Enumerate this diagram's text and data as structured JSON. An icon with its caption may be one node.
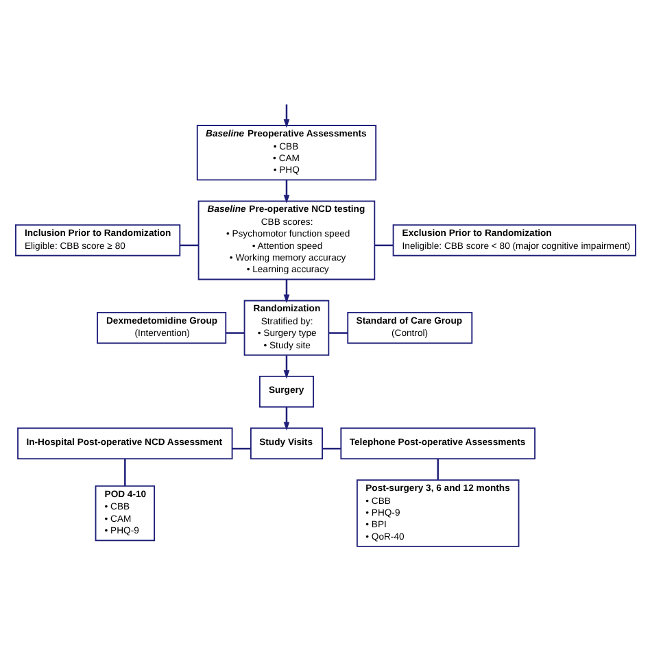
{
  "diagram": {
    "nodes": [
      {
        "text": [
          "*Baseline* Preoperative Assessments",
          "• CBB",
          "• CAM",
          "• PHQ"
        ]
      },
      {
        "text": [
          "Inclusion Prior to Randomization",
          "Eligible: CBB score ≥ 80"
        ]
      },
      {
        "text": [
          "*Baseline* Pre-operative NCD testing",
          "CBB scores:",
          "• Psychomotor function speed",
          "• Attention speed",
          "• Working memory accuracy",
          "• Learning accuracy"
        ]
      },
      {
        "text": [
          "Exclusion Prior to Randomization",
          "Ineligible: CBB score < 80 (major cognitive impairment)"
        ]
      },
      {
        "text": [
          "Dexmedetomidine Group",
          "(Intervention)"
        ]
      },
      {
        "text": [
          "Randomization",
          "Stratified by:",
          "• Surgery type",
          "• Study site"
        ]
      },
      {
        "text": [
          "Standard of Care Group",
          "(Control)"
        ]
      },
      {
        "text": [
          "Surgery"
        ]
      },
      {
        "text": [
          "In-Hospital Post-operative NCD Assessment"
        ]
      },
      {
        "text": [
          "Study Visits"
        ]
      },
      {
        "text": [
          "Telephone Post-operative Assessments"
        ]
      },
      {
        "text": [
          "POD 4-10",
          "• CBB",
          "• CAM",
          "• PHQ-9"
        ]
      },
      {
        "text": [
          "Post-surgery 3, 6 and 12 months",
          "• CBB",
          "• PHQ-9",
          "• BPI",
          "• QoR-40"
        ]
      }
    ],
    "edges": [
      {
        "from": null,
        "to": 0,
        "arrow": "to"
      },
      {
        "from": 0,
        "to": 2,
        "arrow": "to"
      },
      {
        "from": 2,
        "to": 1,
        "arrow": "none"
      },
      {
        "from": 2,
        "to": 3,
        "arrow": "none"
      },
      {
        "from": 2,
        "to": 5,
        "arrow": "to"
      },
      {
        "from": 5,
        "to": 4,
        "arrow": "none"
      },
      {
        "from": 5,
        "to": 6,
        "arrow": "none"
      },
      {
        "from": 5,
        "to": 7,
        "arrow": "to"
      },
      {
        "from": 7,
        "to": 9,
        "arrow": "to"
      },
      {
        "from": 9,
        "to": 8,
        "arrow": "none"
      },
      {
        "from": 9,
        "to": 10,
        "arrow": "none"
      },
      {
        "from": 8,
        "to": 11,
        "arrow": "none"
      },
      {
        "from": 10,
        "to": 12,
        "arrow": "none"
      }
    ]
  }
}
